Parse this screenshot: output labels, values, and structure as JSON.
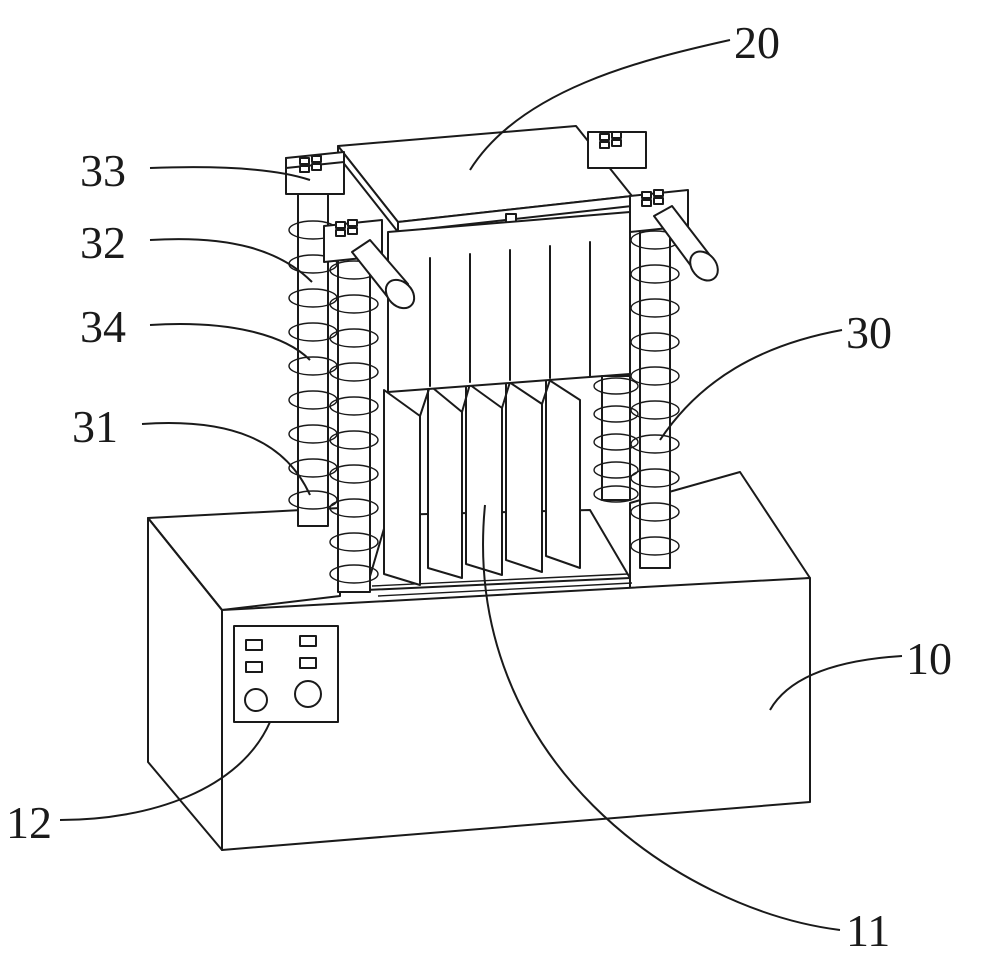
{
  "figure": {
    "labels": {
      "l10": "10",
      "l11": "11",
      "l12": "12",
      "l20": "20",
      "l30": "30",
      "l31": "31",
      "l32": "32",
      "l33": "33",
      "l34": "34"
    }
  }
}
